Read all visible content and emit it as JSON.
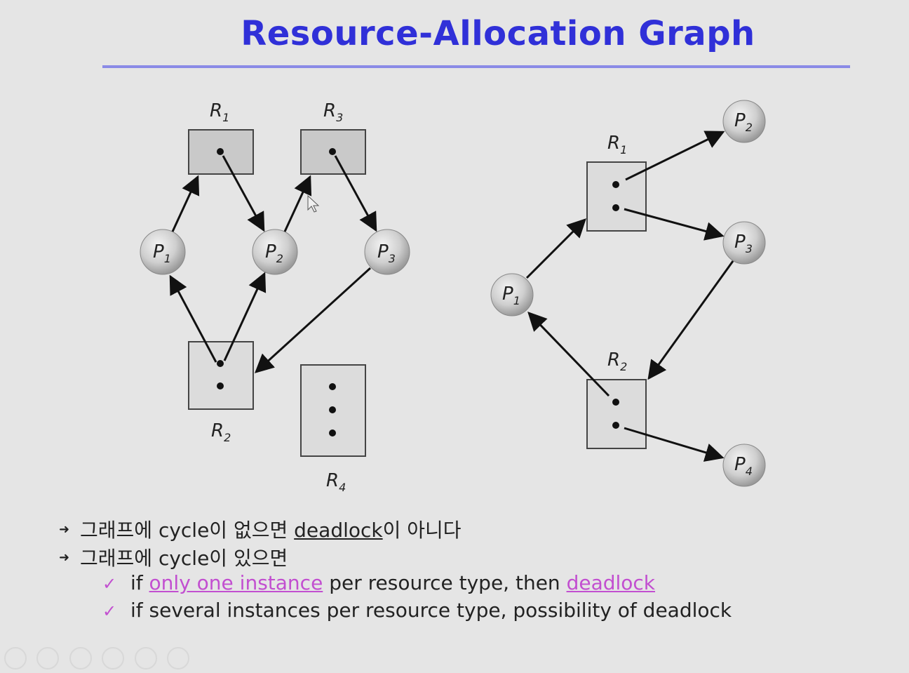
{
  "title": "Resource-Allocation Graph",
  "left_graph": {
    "resources": [
      "R1",
      "R3",
      "R2",
      "R4"
    ],
    "processes": [
      "P1",
      "P2",
      "P3"
    ]
  },
  "right_graph": {
    "resources": [
      "R1",
      "R2"
    ],
    "processes": [
      "P1",
      "P2",
      "P3",
      "P4"
    ]
  },
  "bullets": [
    {
      "prefix": "그래프에 cycle이 없으면 ",
      "link": "deadlock",
      "suffix": "이 아니다"
    },
    {
      "text": "그래프에 cycle이 있으면"
    }
  ],
  "sub_bullets": [
    {
      "prefix": "if ",
      "highlight": "only one instance",
      "middle": " per resource type, then ",
      "highlight2": "deadlock"
    },
    {
      "text": "if several instances per resource type, possibility of deadlock"
    }
  ],
  "colors": {
    "title": "#3030d8",
    "accent": "#c24fd0",
    "rule": "#8a8ae6"
  },
  "nav_icons": [
    "prev-icon",
    "next-icon",
    "pen-icon",
    "copy-icon",
    "zoom-icon",
    "more-icon"
  ]
}
